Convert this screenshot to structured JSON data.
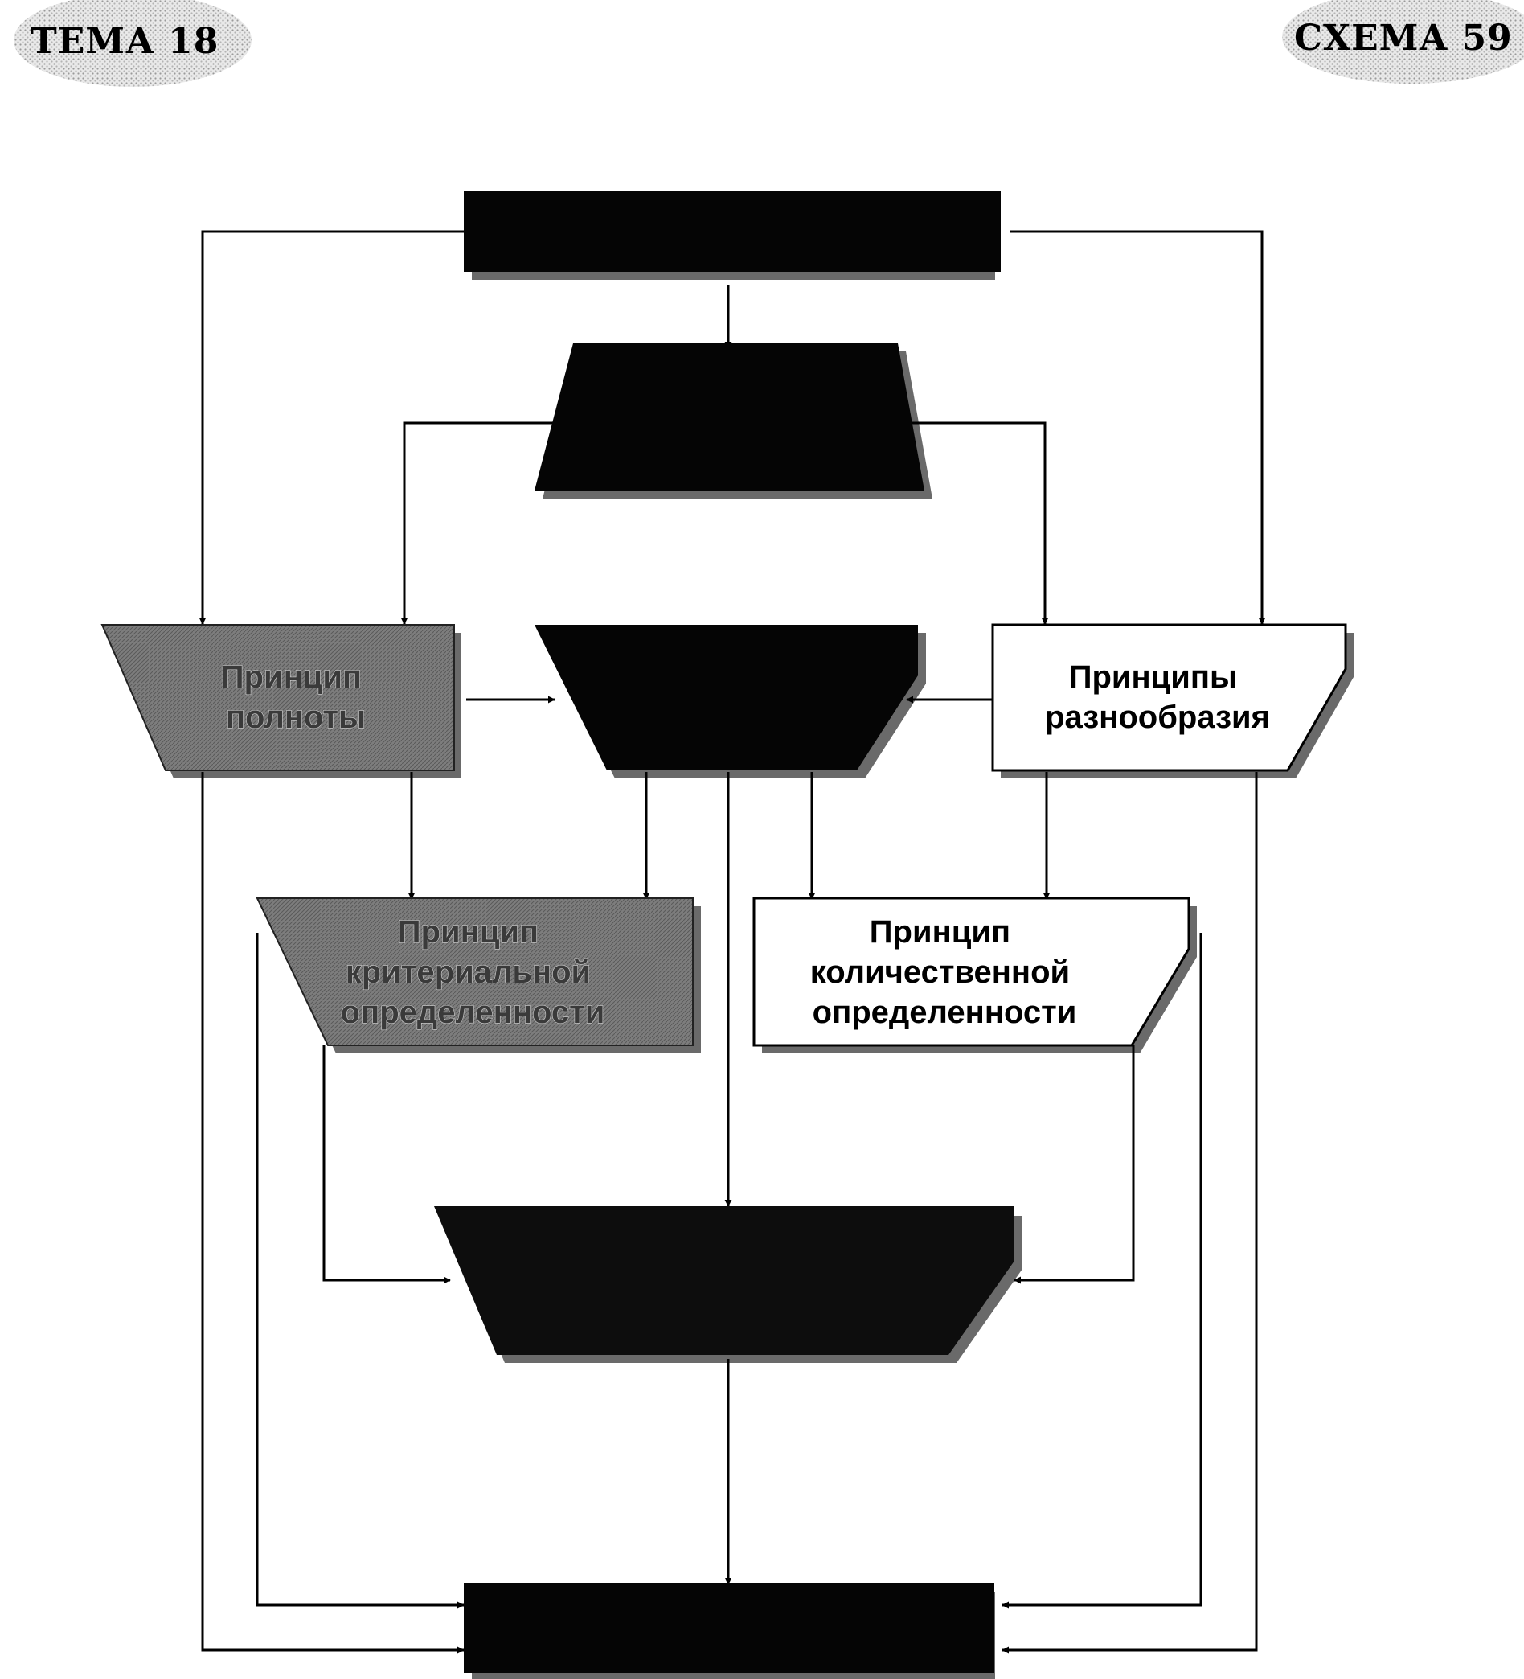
{
  "header": {
    "topic": "ТЕМА 18",
    "scheme": "СХЕМА 59"
  },
  "nodes": {
    "completeness": {
      "lines": [
        "Принцип",
        "полноты"
      ]
    },
    "diversity": {
      "lines": [
        "Принципы",
        "разнообразия"
      ]
    },
    "criterial": {
      "lines": [
        "Принцип",
        "критериальной",
        "определенности"
      ]
    },
    "quantitative": {
      "lines": [
        "Принцип",
        "количественной",
        "определенности"
      ]
    }
  },
  "colors": {
    "black_fill": "#050505",
    "gray_fill": "#7d7d7d",
    "white_fill": "#ffffff",
    "line": "#000000"
  }
}
